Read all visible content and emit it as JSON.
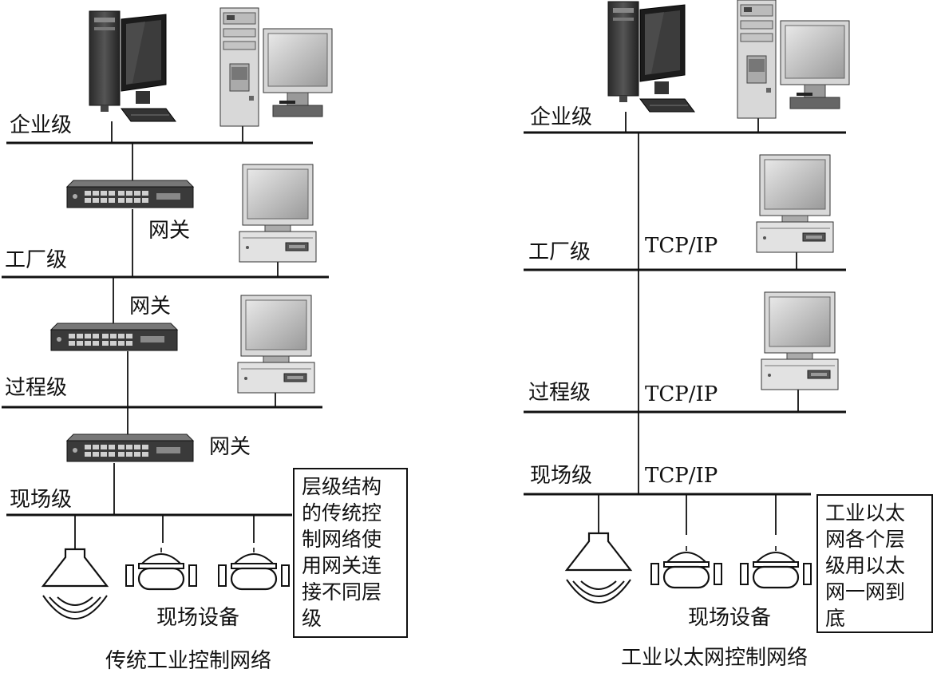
{
  "left_panel": {
    "caption": "传统工业控制网络",
    "levels": {
      "enterprise": "企业级",
      "factory": "工厂级",
      "process": "过程级",
      "field": "现场级"
    },
    "gateway_labels": [
      "网关",
      "网关",
      "网关"
    ],
    "field_devices_label": "现场设备",
    "note_lines": [
      "层级结构",
      "的传统控",
      "制网络使",
      "用网关连",
      "接不同层",
      "级"
    ]
  },
  "right_panel": {
    "caption": "工业以太网控制网络",
    "levels": {
      "enterprise": "企业级",
      "factory": "工厂级",
      "process": "过程级",
      "field": "现场级"
    },
    "protocol_labels": [
      "TCP/IP",
      "TCP/IP",
      "TCP/IP"
    ],
    "field_devices_label": "现场设备",
    "note_lines": [
      "工业以太",
      "网各个层",
      "级用以太",
      "网一网到",
      "底"
    ]
  },
  "icons": [
    "tower-pc-icon",
    "desktop-pc-icon",
    "network-switch-icon",
    "workstation-icon",
    "speaker-icon",
    "sensor-icon"
  ]
}
